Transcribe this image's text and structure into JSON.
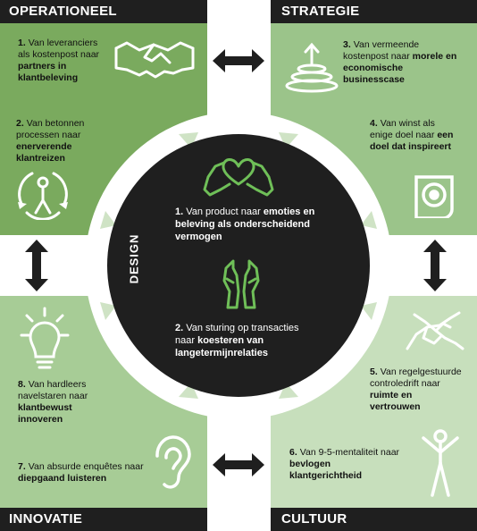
{
  "quadrants": {
    "operationeel": "OPERATIONEEL",
    "strategie": "STRATEGIE",
    "innovatie": "INNOVATIE",
    "cultuur": "CULTUUR"
  },
  "center": {
    "label": "DESIGN",
    "item1": {
      "num": "1.",
      "pre": "Van product naar ",
      "bold": "emoties en beleving als onderscheidend vermogen"
    },
    "item2": {
      "num": "2.",
      "pre": "Van sturing op transacties naar ",
      "bold": "koesteren van langetermijnrelaties"
    }
  },
  "items": {
    "op1": {
      "num": "1.",
      "pre": "Van leveranciers als kostenpost naar ",
      "bold": "partners in klantbeleving"
    },
    "op2": {
      "num": "2.",
      "pre": "Van betonnen processen naar ",
      "bold": "enerverende klantreizen"
    },
    "st3": {
      "num": "3.",
      "pre": "Van vermeende kostenpost naar ",
      "bold": "morele en economische businesscase"
    },
    "st4": {
      "num": "4.",
      "pre": "Van winst als enige doel naar ",
      "bold": "een doel dat inspireert"
    },
    "cu5": {
      "num": "5.",
      "pre": "Van regelgestuurde controledrift naar ",
      "bold": "ruimte en vertrouwen"
    },
    "cu6": {
      "num": "6.",
      "pre": "Van 9-5-mentaliteit naar ",
      "bold": "bevlogen klantgerichtheid"
    },
    "in7": {
      "num": "7.",
      "pre": "Van absurde enquêtes naar ",
      "bold": "diepgaand luisteren"
    },
    "in8": {
      "num": "8.",
      "pre": "Van hardleers navelstaren naar ",
      "bold": "klantbewust innoveren"
    }
  },
  "icons": [
    "handshake-icon",
    "spiral-icon",
    "cycle-person-icon",
    "target-icon",
    "heart-hands-icon",
    "open-hands-icon",
    "lightbulb-icon",
    "ear-icon",
    "clasped-hands-icon",
    "cheering-person-icon"
  ],
  "colors": {
    "dark": "#1f1f1f",
    "operationeel": "#7aaa5e",
    "strategie": "#9bc48a",
    "innovatie": "#a7cc96",
    "cultuur": "#c7dfbc",
    "center_icon": "#6fbf58"
  }
}
